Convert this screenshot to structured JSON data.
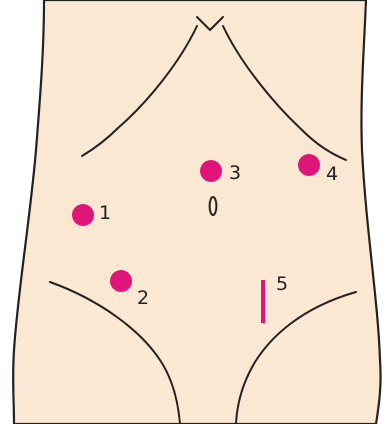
{
  "colors": {
    "skin": "#fbe8d2",
    "outline": "#222222",
    "port_marker": "#e0157a",
    "incision_marker": "#e0157a"
  },
  "markers": [
    {
      "id": "1",
      "kind": "port",
      "label": "1"
    },
    {
      "id": "2",
      "kind": "port",
      "label": "2"
    },
    {
      "id": "3",
      "kind": "port",
      "label": "3"
    },
    {
      "id": "4",
      "kind": "port",
      "label": "4"
    },
    {
      "id": "5",
      "kind": "incision",
      "label": "5"
    }
  ]
}
